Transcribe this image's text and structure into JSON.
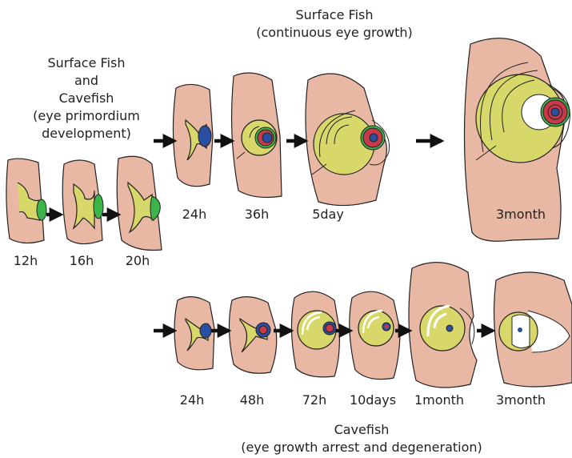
{
  "titles": {
    "early_lines": [
      "Surface Fish",
      "and",
      "Cavefish",
      "(eye primordium",
      "development)"
    ],
    "surface_lines": [
      "Surface Fish",
      "(continuous eye growth)"
    ],
    "cave_lines": [
      "Cavefish",
      "(eye growth arrest and degeneration)"
    ]
  },
  "early_stages": [
    "12h",
    "16h",
    "20h"
  ],
  "surface_stages": [
    "24h",
    "36h",
    "5day",
    "3month"
  ],
  "cave_stages": [
    "24h",
    "48h",
    "72h",
    "10days",
    "1month",
    "3month"
  ],
  "colors": {
    "head": "#e8b8a4",
    "optic_vesicle": "#d8d86a",
    "lens_ectoderm": "#3bb54a",
    "lens": "#2b4fa3",
    "retina_core": "#c83a4a",
    "outline": "#222222",
    "arrow": "#111111"
  }
}
